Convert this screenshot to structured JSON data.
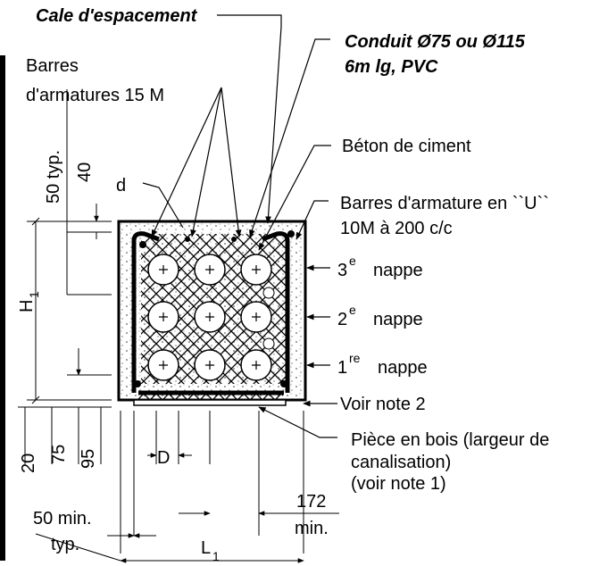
{
  "labels": {
    "spacer": "Cale d'espacement",
    "conduit_line1": "Conduit Ø75 ou Ø115",
    "conduit_line2": "6m lg, PVC",
    "rebar_line1": "Barres",
    "rebar_line2": "d'armatures 15 M",
    "concrete": "Béton de ciment",
    "stirrup_line1": "Barres d'armature en ``U``",
    "stirrup_line2": "10M à 200 c/c",
    "layer3_num": "3",
    "layer3_sup": "e",
    "layer3_word": "nappe",
    "layer2_num": "2",
    "layer2_sup": "e",
    "layer2_word": "nappe",
    "layer1_num": "1",
    "layer1_sup": "re",
    "layer1_word": "nappe",
    "note2": "Voir note 2",
    "wood_line1": "Pièce en bois (largeur de",
    "wood_line2": "canalisation)",
    "wood_line3": "(voir note 1)"
  },
  "dimensions": {
    "typ50": "50 typ.",
    "d40": "40",
    "d": "d",
    "h1": "H",
    "h1_sub": "1",
    "d20": "20",
    "d75": "75",
    "d95": "95",
    "D": "D",
    "d172": "172",
    "min": "min.",
    "min50": "50 min.",
    "typ": "typ.",
    "l1": "L",
    "l1_sub": "1"
  }
}
